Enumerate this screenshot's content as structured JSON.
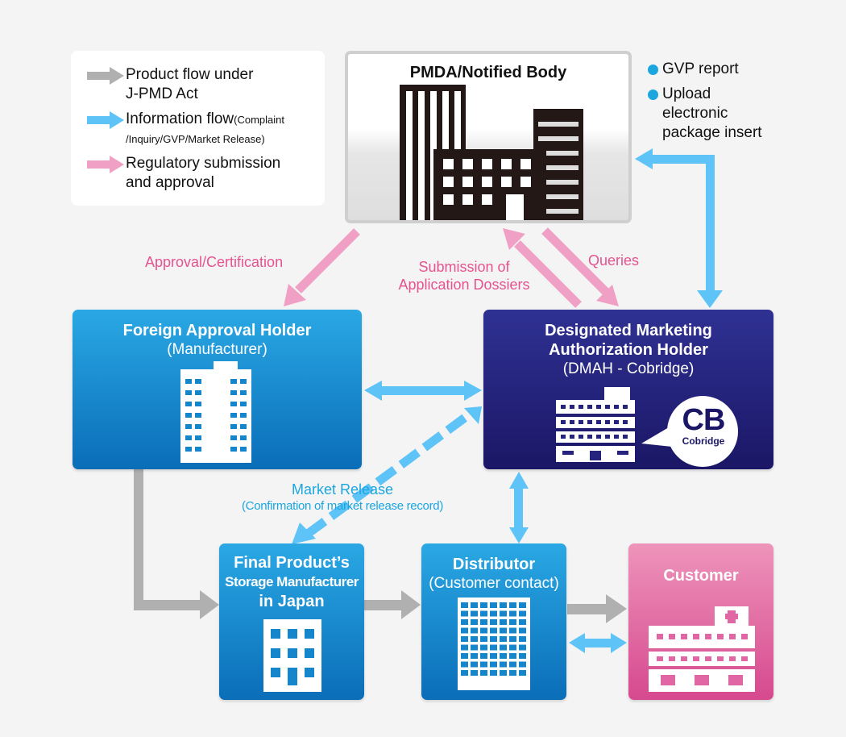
{
  "legend": {
    "product_flow": {
      "line1": "Product flow under",
      "line2": "J-PMD Act",
      "color": "#b0b0b0"
    },
    "info_flow": {
      "main": "Information flow",
      "detail1": "(Complaint",
      "detail2": "/Inquiry/GVP/Market Release)",
      "color": "#5ec4f7"
    },
    "regulatory": {
      "line1": "Regulatory submission",
      "line2": "and approval",
      "color": "#f0a0c4"
    }
  },
  "pmda": {
    "title": "PMDA/Notified Body"
  },
  "notes": [
    {
      "text": "GVP report"
    },
    {
      "line1": "Upload",
      "line2": "electronic",
      "line3": "package insert"
    }
  ],
  "labels": {
    "approval": "Approval/Certification",
    "submission_line1": "Submission of",
    "submission_line2": "Application Dossiers",
    "queries": "Queries",
    "market_release": "Market Release",
    "market_release_detail": "(Confirmation of market release record)"
  },
  "boxes": {
    "foreign": {
      "title": "Foreign Approval Holder",
      "subtitle": "(Manufacturer)"
    },
    "dmah": {
      "title1": "Designated Marketing",
      "title2": "Authorization Holder",
      "subtitle": "(DMAH - Cobridge)",
      "logo_mark": "CB",
      "logo_text": "Cobridge"
    },
    "storage": {
      "line1": "Final Product’s",
      "line2": "Storage Manufacturer",
      "line3": "in Japan"
    },
    "distributor": {
      "title": "Distributor",
      "subtitle": "(Customer contact)"
    },
    "customer": {
      "title": "Customer"
    }
  },
  "colors": {
    "product_flow": "#b0b0b0",
    "info_flow": "#5ec4f7",
    "regulatory": "#f0a0c4",
    "box_blue": "#1a8bd0",
    "box_navy": "#25237d",
    "box_pink": "#e067a3"
  }
}
